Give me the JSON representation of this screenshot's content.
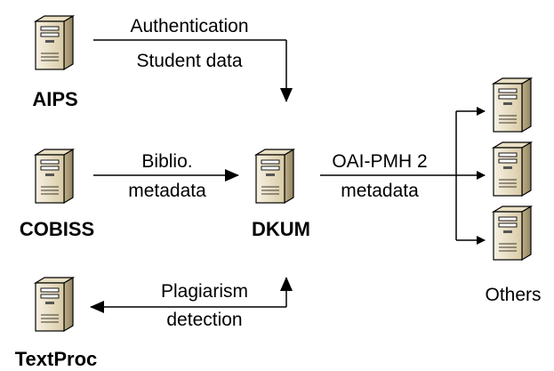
{
  "nodes": {
    "aips": "AIPS",
    "cobiss": "COBISS",
    "dkum": "DKUM",
    "textproc": "TextProc",
    "others": "Others"
  },
  "edges": {
    "aips_to_dkum": {
      "line1": "Authentication",
      "line2": "Student data"
    },
    "cobiss_to_dkum": {
      "line1": "Biblio.",
      "line2": "metadata"
    },
    "dkum_to_others": {
      "line1": "OAI-PMH 2",
      "line2": "metadata"
    },
    "dkum_to_textproc": {
      "line1": "Plagiarism",
      "line2": "detection"
    }
  },
  "icons": {
    "server": "server-icon"
  },
  "colors": {
    "server_body": "#efe6cf",
    "server_side": "#bfb08a",
    "outline": "#000000"
  }
}
